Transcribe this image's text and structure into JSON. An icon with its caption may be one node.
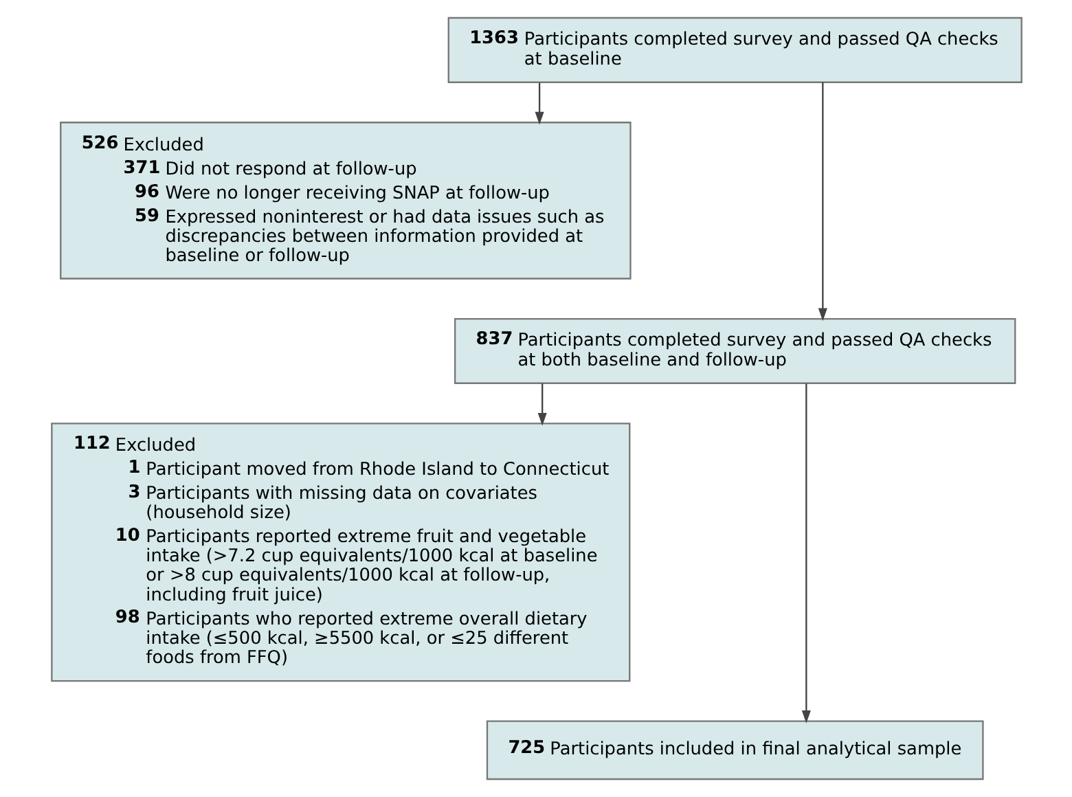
{
  "diagram": {
    "nodes": [
      {
        "text": [
          "**1363** Participants completed survey and passed QA checks at baseline"
        ]
      },
      {
        "text": [
          "**526** Excluded",
          "**371** Did not respond at follow-up",
          "**96** Were no longer receiving SNAP at follow-up",
          "**59** Expressed noninterest or had data issues such as discrepancies between information provided at baseline or follow-up"
        ]
      },
      {
        "text": [
          "**837** Participants completed survey and passed QA checks at both baseline and follow-up"
        ]
      },
      {
        "text": [
          "**112** Excluded",
          "**1** Participant moved from Rhode Island to Connecticut",
          "**3** Participants with missing data on covariates (household size)",
          "**10** Participants reported extreme fruit and vegetable intake (>7.2 cup equivalents/1000 kcal at baseline or >8 cup equivalents/1000 kcal at follow-up, including fruit juice)",
          "**98** Participants who reported extreme overall dietary intake (≤500 kcal, ≥5500 kcal, or ≤25 different foods from FFQ)"
        ]
      },
      {
        "text": [
          "**725** Participants included in final analytical sample"
        ]
      }
    ],
    "edges": [
      {
        "from": 0,
        "to": 2,
        "arrow": "to"
      },
      {
        "from": 0,
        "to": 1,
        "arrow": "to"
      },
      {
        "from": 2,
        "to": 4,
        "arrow": "to"
      },
      {
        "from": 2,
        "to": 3,
        "arrow": "to"
      }
    ]
  }
}
